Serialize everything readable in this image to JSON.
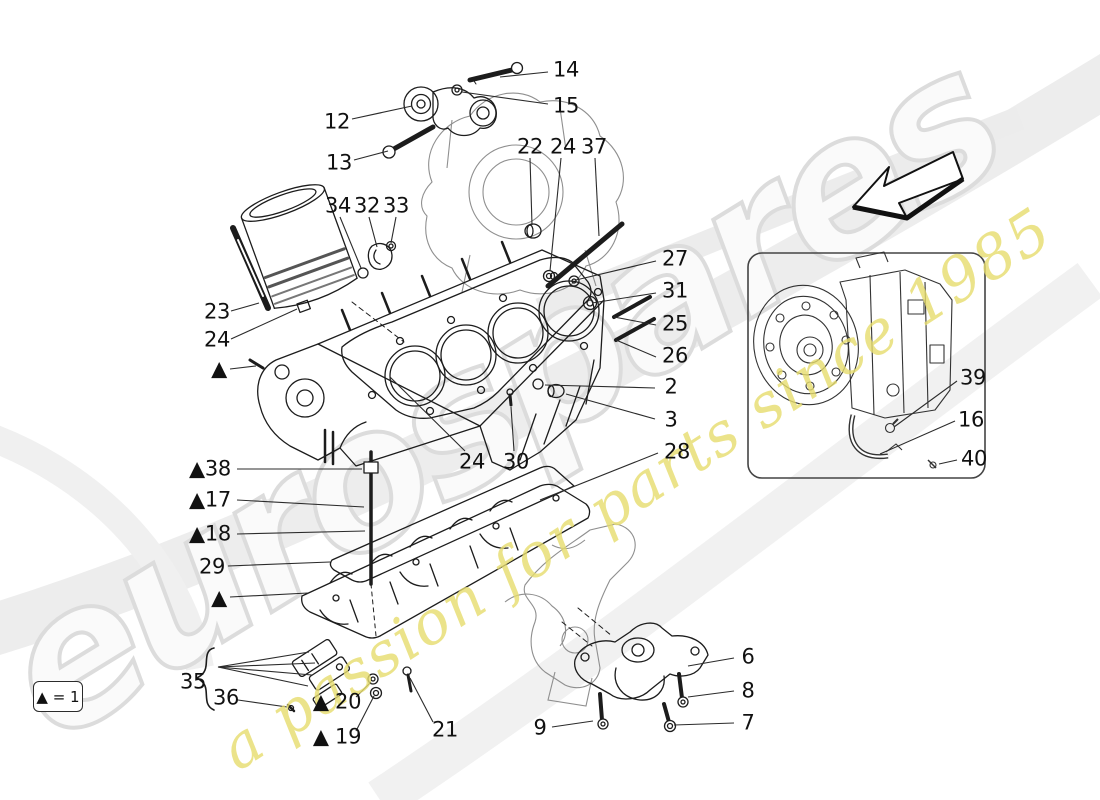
{
  "diagram": {
    "type": "exploded-parts-diagram",
    "subject": "crankcase",
    "background": "#ffffff",
    "line_color": "#1c1c1c",
    "ghost_line_color": "#8f8f8f"
  },
  "watermark": {
    "brand": "eurospares",
    "tagline": "a passion for parts since 1985",
    "brand_color": "#dcdcdc",
    "tagline_color": "#e7dd6e"
  },
  "legend": {
    "text": "▲ = 1"
  },
  "callouts": {
    "n14": {
      "label": "14"
    },
    "n15": {
      "label": "15"
    },
    "n12": {
      "label": "12"
    },
    "n13": {
      "label": "13"
    },
    "n22": {
      "label": "22"
    },
    "n24a": {
      "label": "24"
    },
    "n37": {
      "label": "37"
    },
    "n34": {
      "label": "34"
    },
    "n32": {
      "label": "32"
    },
    "n33": {
      "label": "33"
    },
    "n23": {
      "label": "23"
    },
    "n24b": {
      "label": "24"
    },
    "triA": {
      "label": "▲"
    },
    "n27": {
      "label": "27"
    },
    "n31": {
      "label": "31"
    },
    "n25": {
      "label": "25"
    },
    "n26": {
      "label": "26"
    },
    "n2": {
      "label": "2"
    },
    "n3": {
      "label": "3"
    },
    "n28": {
      "label": "28"
    },
    "t38": {
      "label": "▲38"
    },
    "t17": {
      "label": "▲17"
    },
    "t18": {
      "label": "▲18"
    },
    "n29": {
      "label": "29"
    },
    "triB": {
      "label": "▲"
    },
    "n24c": {
      "label": "24"
    },
    "n30": {
      "label": "30"
    },
    "n35": {
      "label": "35"
    },
    "n36": {
      "label": "36"
    },
    "t20": {
      "label": "▲ 20"
    },
    "t19": {
      "label": "▲ 19"
    },
    "n21": {
      "label": "21"
    },
    "n9": {
      "label": "9"
    },
    "n6": {
      "label": "6"
    },
    "n8": {
      "label": "8"
    },
    "n7": {
      "label": "7"
    },
    "n39": {
      "label": "39"
    },
    "n16": {
      "label": "16"
    },
    "n40": {
      "label": "40"
    }
  }
}
